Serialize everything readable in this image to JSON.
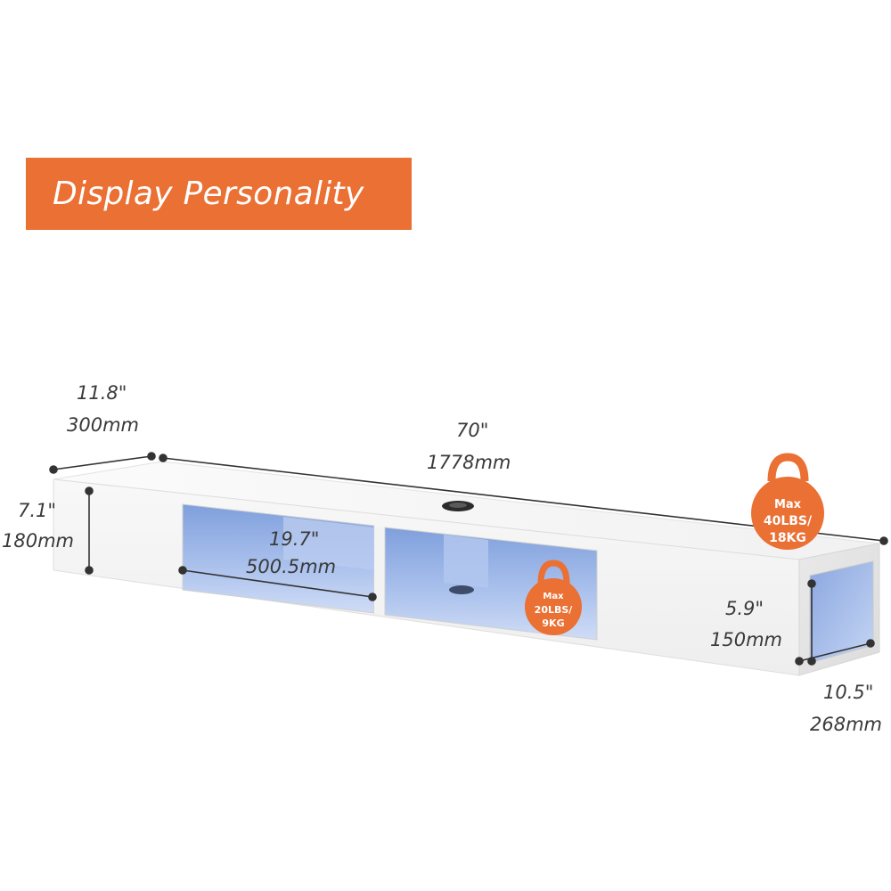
{
  "banner": {
    "title": "Display Personality"
  },
  "dimensions": {
    "depth_top": {
      "inch": "11.8\"",
      "mm": "300mm"
    },
    "length": {
      "inch": "70\"",
      "mm": "1778mm"
    },
    "height": {
      "inch": "7.1\"",
      "mm": "180mm"
    },
    "compartment": {
      "inch": "19.7\"",
      "mm": "500.5mm"
    },
    "side_height": {
      "inch": "5.9\"",
      "mm": "150mm"
    },
    "side_depth": {
      "inch": "10.5\"",
      "mm": "268mm"
    }
  },
  "weights": {
    "top": {
      "line1": "Max",
      "line2": "40LBS/",
      "line3": "18KG"
    },
    "shelf": {
      "line1": "Max",
      "line2": "20LBS/",
      "line3": "9KG"
    }
  },
  "colors": {
    "accent": "#ea7034",
    "led_glow": "#9fb6e6",
    "cabinet": "#f7f7f7"
  }
}
